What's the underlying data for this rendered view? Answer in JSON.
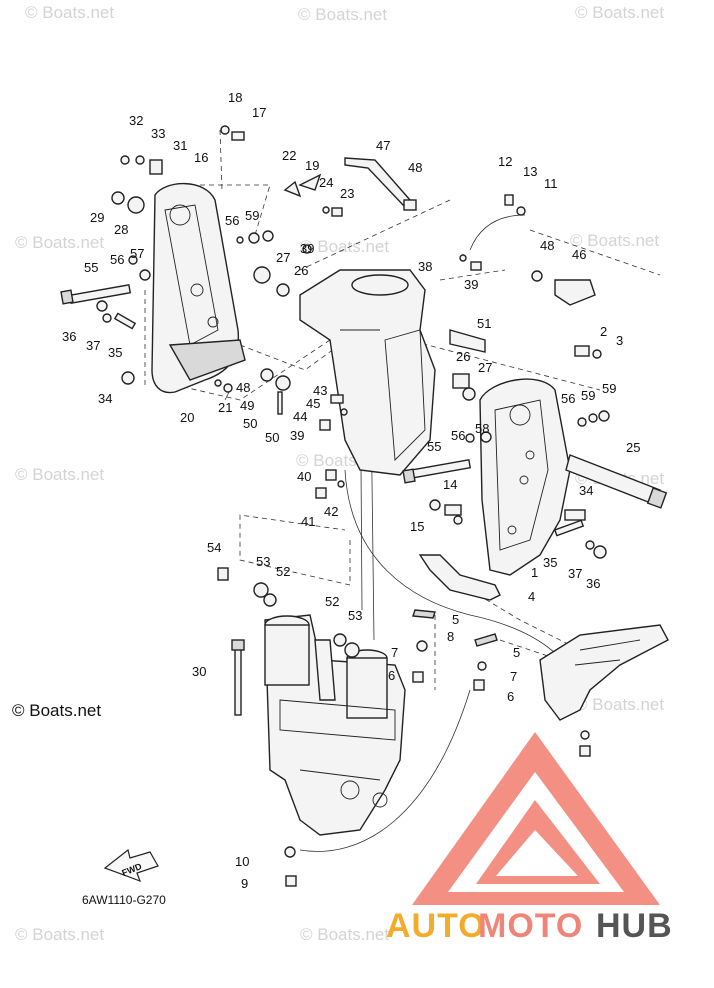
{
  "diagram_code": "6AW1110-G270",
  "copyright_notice": "© Boats.net",
  "watermark_text": "© Boats.net",
  "direction_label": "FWD",
  "brand_logo": {
    "part1": "AUTO",
    "part2": "MOTO",
    "part3": "HUB",
    "colors": {
      "auto": "#f3ab2a",
      "moto": "#ef8579",
      "hub": "#555555",
      "triangle": "#f06a5a"
    }
  },
  "callouts": [
    {
      "id": "c18",
      "label": "18"
    },
    {
      "id": "c17",
      "label": "17"
    },
    {
      "id": "c32",
      "label": "32"
    },
    {
      "id": "c33",
      "label": "33"
    },
    {
      "id": "c31",
      "label": "31"
    },
    {
      "id": "c16",
      "label": "16"
    },
    {
      "id": "c29",
      "label": "29"
    },
    {
      "id": "c28",
      "label": "28"
    },
    {
      "id": "c56a",
      "label": "56"
    },
    {
      "id": "c59a",
      "label": "59"
    },
    {
      "id": "c57",
      "label": "57"
    },
    {
      "id": "c56b",
      "label": "56"
    },
    {
      "id": "c55a",
      "label": "55"
    },
    {
      "id": "c36a",
      "label": "36"
    },
    {
      "id": "c37a",
      "label": "37"
    },
    {
      "id": "c35a",
      "label": "35"
    },
    {
      "id": "c34a",
      "label": "34"
    },
    {
      "id": "c20",
      "label": "20"
    },
    {
      "id": "c21",
      "label": "21"
    },
    {
      "id": "c22",
      "label": "22"
    },
    {
      "id": "c19",
      "label": "19"
    },
    {
      "id": "c24",
      "label": "24"
    },
    {
      "id": "c23",
      "label": "23"
    },
    {
      "id": "c47",
      "label": "47"
    },
    {
      "id": "c48a",
      "label": "48"
    },
    {
      "id": "c12",
      "label": "12"
    },
    {
      "id": "c13",
      "label": "13"
    },
    {
      "id": "c11",
      "label": "11"
    },
    {
      "id": "c39a",
      "label": "39"
    },
    {
      "id": "c27a",
      "label": "27"
    },
    {
      "id": "c26a",
      "label": "26"
    },
    {
      "id": "c38",
      "label": "38"
    },
    {
      "id": "c48b",
      "label": "48"
    },
    {
      "id": "c46",
      "label": "46"
    },
    {
      "id": "c39b",
      "label": "39"
    },
    {
      "id": "c51",
      "label": "51"
    },
    {
      "id": "c2",
      "label": "2"
    },
    {
      "id": "c3",
      "label": "3"
    },
    {
      "id": "c26b",
      "label": "26"
    },
    {
      "id": "c27b",
      "label": "27"
    },
    {
      "id": "c48c",
      "label": "48"
    },
    {
      "id": "c49",
      "label": "49"
    },
    {
      "id": "c50a",
      "label": "50"
    },
    {
      "id": "c50b",
      "label": "50"
    },
    {
      "id": "c43",
      "label": "43"
    },
    {
      "id": "c45",
      "label": "45"
    },
    {
      "id": "c44",
      "label": "44"
    },
    {
      "id": "c39c",
      "label": "39"
    },
    {
      "id": "c56c",
      "label": "56"
    },
    {
      "id": "c59b",
      "label": "59"
    },
    {
      "id": "c59c",
      "label": "59"
    },
    {
      "id": "c56d",
      "label": "56"
    },
    {
      "id": "c58",
      "label": "58"
    },
    {
      "id": "c25",
      "label": "25"
    },
    {
      "id": "c55b",
      "label": "55"
    },
    {
      "id": "c40",
      "label": "40"
    },
    {
      "id": "c41",
      "label": "41"
    },
    {
      "id": "c42",
      "label": "42"
    },
    {
      "id": "c14",
      "label": "14"
    },
    {
      "id": "c15",
      "label": "15"
    },
    {
      "id": "c34b",
      "label": "34"
    },
    {
      "id": "c35b",
      "label": "35"
    },
    {
      "id": "c37b",
      "label": "37"
    },
    {
      "id": "c36b",
      "label": "36"
    },
    {
      "id": "c1",
      "label": "1"
    },
    {
      "id": "c4",
      "label": "4"
    },
    {
      "id": "c54",
      "label": "54"
    },
    {
      "id": "c53a",
      "label": "53"
    },
    {
      "id": "c52a",
      "label": "52"
    },
    {
      "id": "c52b",
      "label": "52"
    },
    {
      "id": "c53b",
      "label": "53"
    },
    {
      "id": "c5a",
      "label": "5"
    },
    {
      "id": "c8",
      "label": "8"
    },
    {
      "id": "c7a",
      "label": "7"
    },
    {
      "id": "c6a",
      "label": "6"
    },
    {
      "id": "c5b",
      "label": "5"
    },
    {
      "id": "c7b",
      "label": "7"
    },
    {
      "id": "c6b",
      "label": "6"
    },
    {
      "id": "c30",
      "label": "30"
    },
    {
      "id": "c10",
      "label": "10"
    },
    {
      "id": "c9",
      "label": "9"
    }
  ]
}
